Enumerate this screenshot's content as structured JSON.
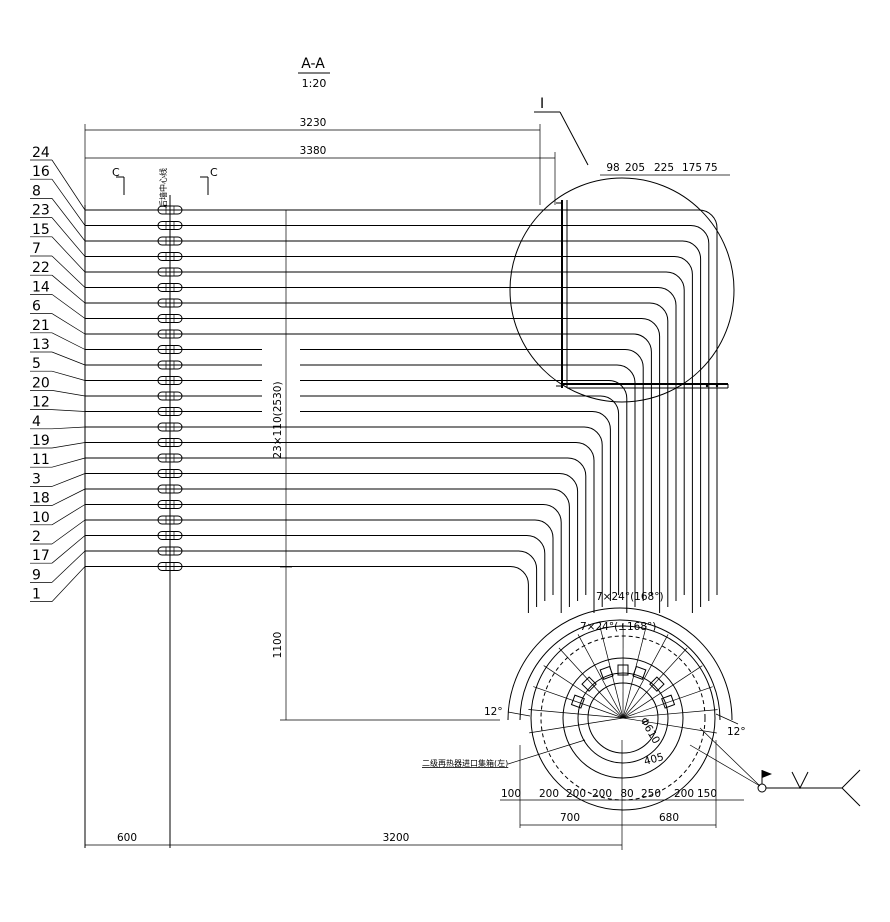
{
  "title": "A-A",
  "scale": "1:20",
  "detail_label": "I",
  "section_mark": "C",
  "centerline_label": "后墙中心线",
  "header_label": "二级再热器进口集箱(左)",
  "tube_labels": [
    "24",
    "16",
    "8",
    "23",
    "15",
    "7",
    "22",
    "14",
    "6",
    "21",
    "13",
    "5",
    "20",
    "12",
    "4",
    "19",
    "11",
    "3",
    "18",
    "10",
    "2",
    "17",
    "9",
    "1"
  ],
  "dims": {
    "top_3230": "3230",
    "top_3380": "3380",
    "pitch": "23×110(2530)",
    "d1100": "1100",
    "d600": "600",
    "d3200": "3200",
    "d700": "700",
    "d680": "680",
    "r405": "405",
    "phi": "Φ610",
    "angle_left": "12°",
    "angle_right": "12°",
    "angle_a": "7×24°(168°)",
    "angle_b": "7×24°(±168°)",
    "detail_dims": [
      "98",
      "205",
      "225",
      "175",
      "75"
    ],
    "bottom_dims": [
      "100",
      "200",
      "200",
      "200",
      "80",
      "250",
      "200",
      "150"
    ]
  }
}
